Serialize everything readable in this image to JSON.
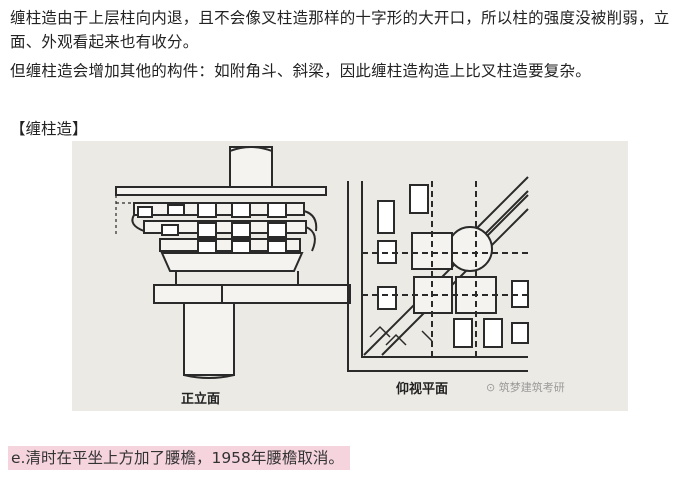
{
  "article": {
    "paragraph_1": "缠柱造由于上层柱向内退，且不会像叉柱造那样的十字形的大开口，所以柱的强度没被削弱，立面、外观看起来也有收分。",
    "paragraph_2": "但缠柱造会增加其他的构件：如附角斗、斜梁，因此缠柱造构造上比叉柱造要复杂。",
    "section_heading": "【缠柱造】",
    "note": "e.清时在平坐上方加了腰檐，1958年腰檐取消。"
  },
  "figure": {
    "left_label": "正立面",
    "right_label": "仰视平面",
    "watermark": "⊙ 筑梦建筑考研"
  },
  "colors": {
    "ink": "#2a2a2a",
    "figure_bg": "#eceae4",
    "highlight": "#f5d4de"
  }
}
